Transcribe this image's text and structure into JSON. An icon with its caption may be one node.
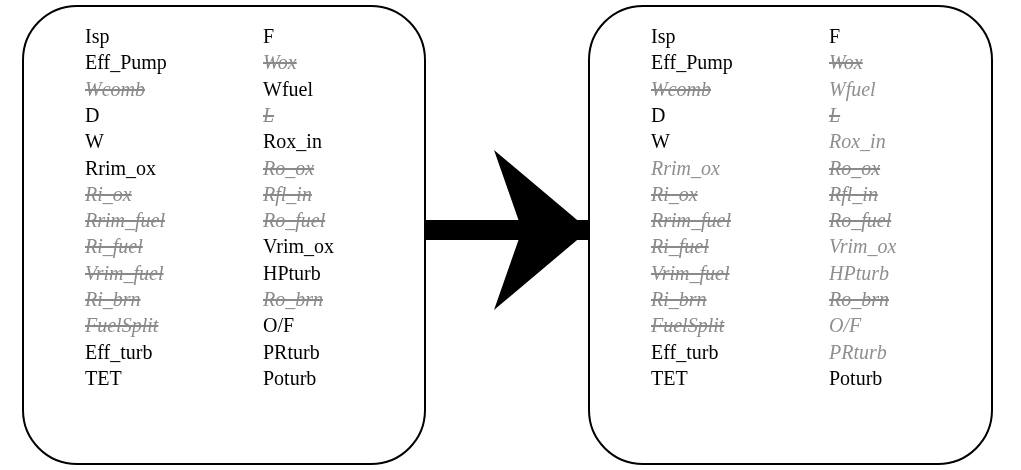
{
  "diagram": {
    "nodes": [
      {
        "text": [
          "Isp",
          "Eff_Pump",
          "Wcomb",
          "D",
          "W",
          "Rrim_ox",
          "Ri_ox",
          "Rrim_fuel",
          "Ri_fuel",
          "Vrim_fuel",
          "Ri_brn",
          "FuelSplit",
          "Eff_turb",
          "TET",
          "F",
          "Wox",
          "Wfuel",
          "L",
          "Rox_in",
          "Ro_ox",
          "Rfl_in",
          "Ro_fuel",
          "Vrim_ox",
          "HPturb",
          "Ro_brn",
          "O/F",
          "PRturb",
          "Poturb"
        ]
      },
      {
        "text": [
          "Isp",
          "Eff_Pump",
          "Wcomb",
          "D",
          "W",
          "Rrim_ox",
          "Ri_ox",
          "Rrim_fuel",
          "Ri_fuel",
          "Vrim_fuel",
          "Ri_brn",
          "FuelSplit",
          "Eff_turb",
          "TET",
          "F",
          "Wox",
          "Wfuel",
          "L",
          "Rox_in",
          "Ro_ox",
          "Rfl_in",
          "Ro_fuel",
          "Vrim_ox",
          "HPturb",
          "Ro_brn",
          "O/F",
          "PRturb",
          "Poturb"
        ]
      }
    ],
    "edges": [
      {
        "from": 0,
        "to": 1,
        "arrow": "to"
      }
    ]
  }
}
